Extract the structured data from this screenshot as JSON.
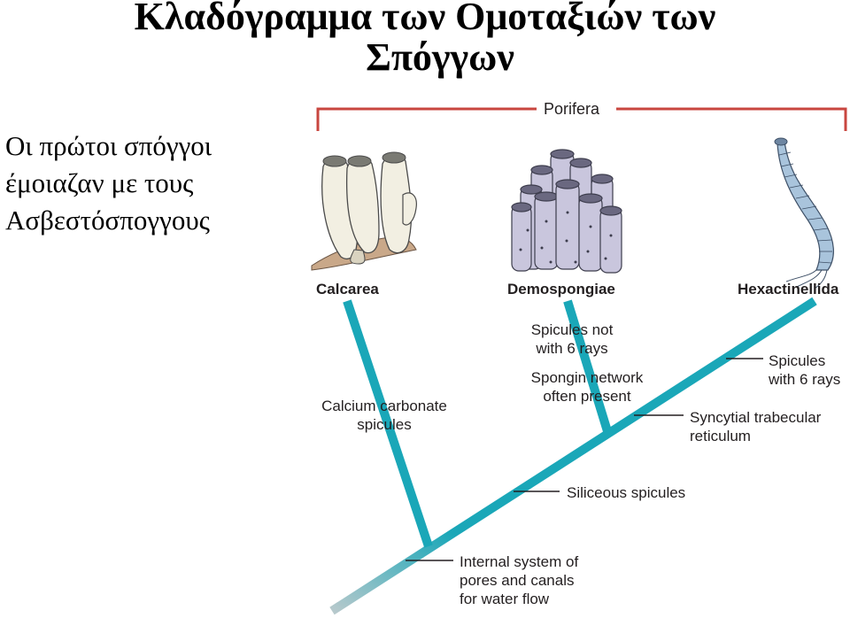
{
  "title": {
    "line1": "Κλαδόγραμμα των Ομοταξιών των",
    "line2": "Σπόγγων"
  },
  "side_text": {
    "lines": [
      "Οι πρώτοι σπόγγοι",
      "έμοιαζαν με τους",
      "Ασβεστόσπογγους"
    ]
  },
  "diagram": {
    "group_label": "Porifera",
    "taxa": [
      "Calcarea",
      "Demospongiae",
      "Hexactinellida"
    ],
    "characters": {
      "calcarea": [
        "Calcium carbonate",
        "spicules"
      ],
      "demo_spicules": [
        "Spicules not",
        "with 6 rays"
      ],
      "demo_spongin": [
        "Spongin network",
        "often present"
      ],
      "hexa_spicules": [
        "Spicules",
        "with 6 rays"
      ],
      "syncytial": [
        "Syncytial trabecular",
        "reticulum"
      ],
      "siliceous": [
        "Siliceous spicules"
      ],
      "internal": [
        "Internal system of",
        "pores and canals",
        "for water flow"
      ]
    },
    "colors": {
      "branch": "#1aa7b8",
      "bracket": "#c8463f",
      "sponge_calcarea": "#f2efe2",
      "sponge_demo": "#c9c6dd",
      "sponge_hexa": "#a9c4dc"
    }
  }
}
